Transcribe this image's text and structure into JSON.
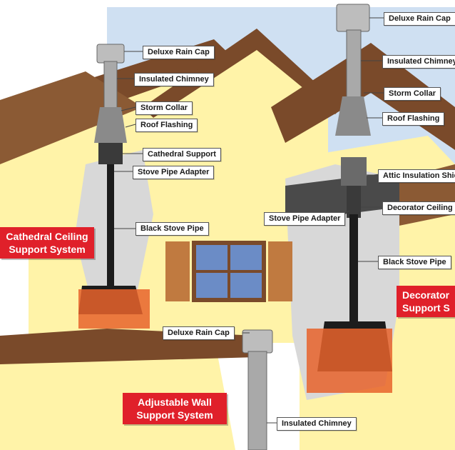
{
  "colors": {
    "sky": "#cfe0f2",
    "wall": "#fff3a8",
    "roof": "#7a4a2a",
    "pipe": "#1c1c1c",
    "chimney": "#a9a9a9",
    "brick": "#e8632c",
    "badge": "#e0202a"
  },
  "left_system": {
    "title_line1": "Cathedral Ceiling",
    "title_line2": "Support System",
    "labels": {
      "rain_cap": "Deluxe Rain Cap",
      "chimney": "Insulated Chimney",
      "storm_collar": "Storm Collar",
      "roof_flashing": "Roof Flashing",
      "cathedral_support": "Cathedral Support",
      "stove_pipe_adapter": "Stove Pipe Adapter",
      "black_stove_pipe": "Black Stove Pipe"
    }
  },
  "right_system": {
    "title_line1": "Decorator",
    "title_line2": "Support S",
    "labels": {
      "rain_cap": "Deluxe Rain Cap",
      "chimney": "Insulated Chimney",
      "storm_collar": "Storm Collar",
      "roof_flashing": "Roof Flashing",
      "attic_shield": "Attic Insulation Shiel",
      "decorator_ceiling": "Decorator Ceiling S",
      "stove_pipe_adapter": "Stove Pipe Adapter",
      "black_stove_pipe": "Black Stove Pipe"
    }
  },
  "wall_system": {
    "title_line1": "Adjustable Wall",
    "title_line2": "Support System",
    "labels": {
      "rain_cap": "Deluxe Rain Cap",
      "chimney": "Insulated Chimney"
    }
  }
}
